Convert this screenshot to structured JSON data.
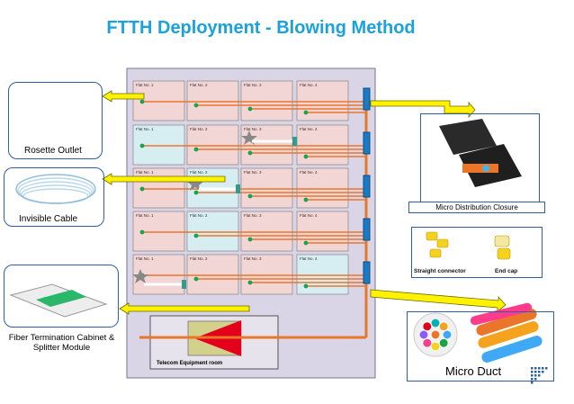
{
  "title": "FTTH Deployment - Blowing Method",
  "flats": {
    "row1": [
      "Flat No. 1",
      "Flat No. 2",
      "Flat No. 3",
      "Flat No. 4"
    ],
    "row2": [
      "Flat No. 1",
      "Flat No. 2",
      "Flat No. 3",
      "Flat No. 4"
    ],
    "row3": [
      "Flat No. 1",
      "Flat No. 2",
      "Flat No. 3",
      "Flat No. 4"
    ],
    "row4": [
      "Flat No. 1",
      "Flat No. 2",
      "Flat No. 3",
      "Flat No. 4"
    ],
    "row5": [
      "Flat No. 1",
      "Flat No. 2",
      "Flat No. 3",
      "Flat No. 4"
    ]
  },
  "telecom_room": "Telecom Equipment room",
  "labels": {
    "rosette": "Rosette Outlet",
    "cable": "Invisible Cable",
    "fiber": "Fiber Termination Cabinet & Splitter Module",
    "closure": "Micro Distribution Closure",
    "straight": "Straight connector",
    "endcap": "End cap",
    "duct": "Micro Duct"
  },
  "colors": {
    "building": "#d9d4e6",
    "flat_pink": "#f2d5d5",
    "flat_blue": "#d6eef2",
    "fiber_orange": "#e9762b",
    "arrow_yellow": "#fff200",
    "frame_blue": "#2f5f9c",
    "title_blue": "#1ba1dc",
    "splitter_red": "#e3001b"
  }
}
